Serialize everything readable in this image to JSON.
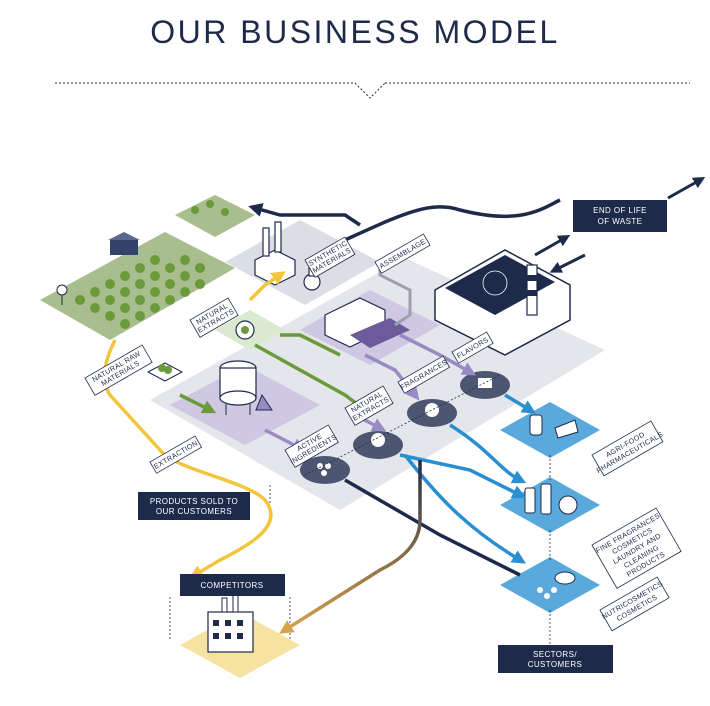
{
  "title": "OUR BUSINESS MODEL",
  "labels": {
    "natural_raw_materials": [
      "NATURAL RAW",
      "MATERIALS"
    ],
    "natural_extracts_top": [
      "NATURAL",
      "EXTRACTS"
    ],
    "synthetic_materials": [
      "SYNTHETIC",
      "MATERIALS"
    ],
    "assemblage": "ASSEMBLAGE",
    "extraction": "EXTRACTION",
    "active_ingredients": [
      "ACTIVE",
      "INGREDIENTS"
    ],
    "natural_extracts_mid": [
      "NATURAL",
      "EXTRACTS"
    ],
    "fragrances": "FRAGRANCES",
    "flavors": "FLAVORS",
    "agri_food": [
      "AGRI-FOOD",
      "PHARMACEUTICALS"
    ],
    "fine_fragrances": [
      "FINE FRAGRANCES",
      "COSMETICS",
      "LAUNDRY AND",
      "CLEANING",
      "PRODUCTS"
    ],
    "nutricosmetics": [
      "NUTRICOSMETICS",
      "COSMETICS"
    ]
  },
  "boxes": {
    "end_of_life": [
      "END OF LIFE",
      "OF WASTE"
    ],
    "products_sold": [
      "PRODUCTS SOLD TO",
      "OUR CUSTOMERS"
    ],
    "competitors": "COMPETITORS",
    "sectors": [
      "SECTORS/",
      "CUSTOMERS"
    ]
  },
  "colors": {
    "navy": "#1e2a4a",
    "platform_gray": "#e4e6ec",
    "platform_purple": "#cfc8e3",
    "field_green": "#a8be8e",
    "sector_blue": "#5aa9dc",
    "competitor_yellow": "#f7e3a1",
    "arrow_yellow": "#f2c53d",
    "arrow_green": "#6b9a3a",
    "arrow_purple": "#9a8ac4",
    "arrow_blue": "#2a8fd0"
  }
}
